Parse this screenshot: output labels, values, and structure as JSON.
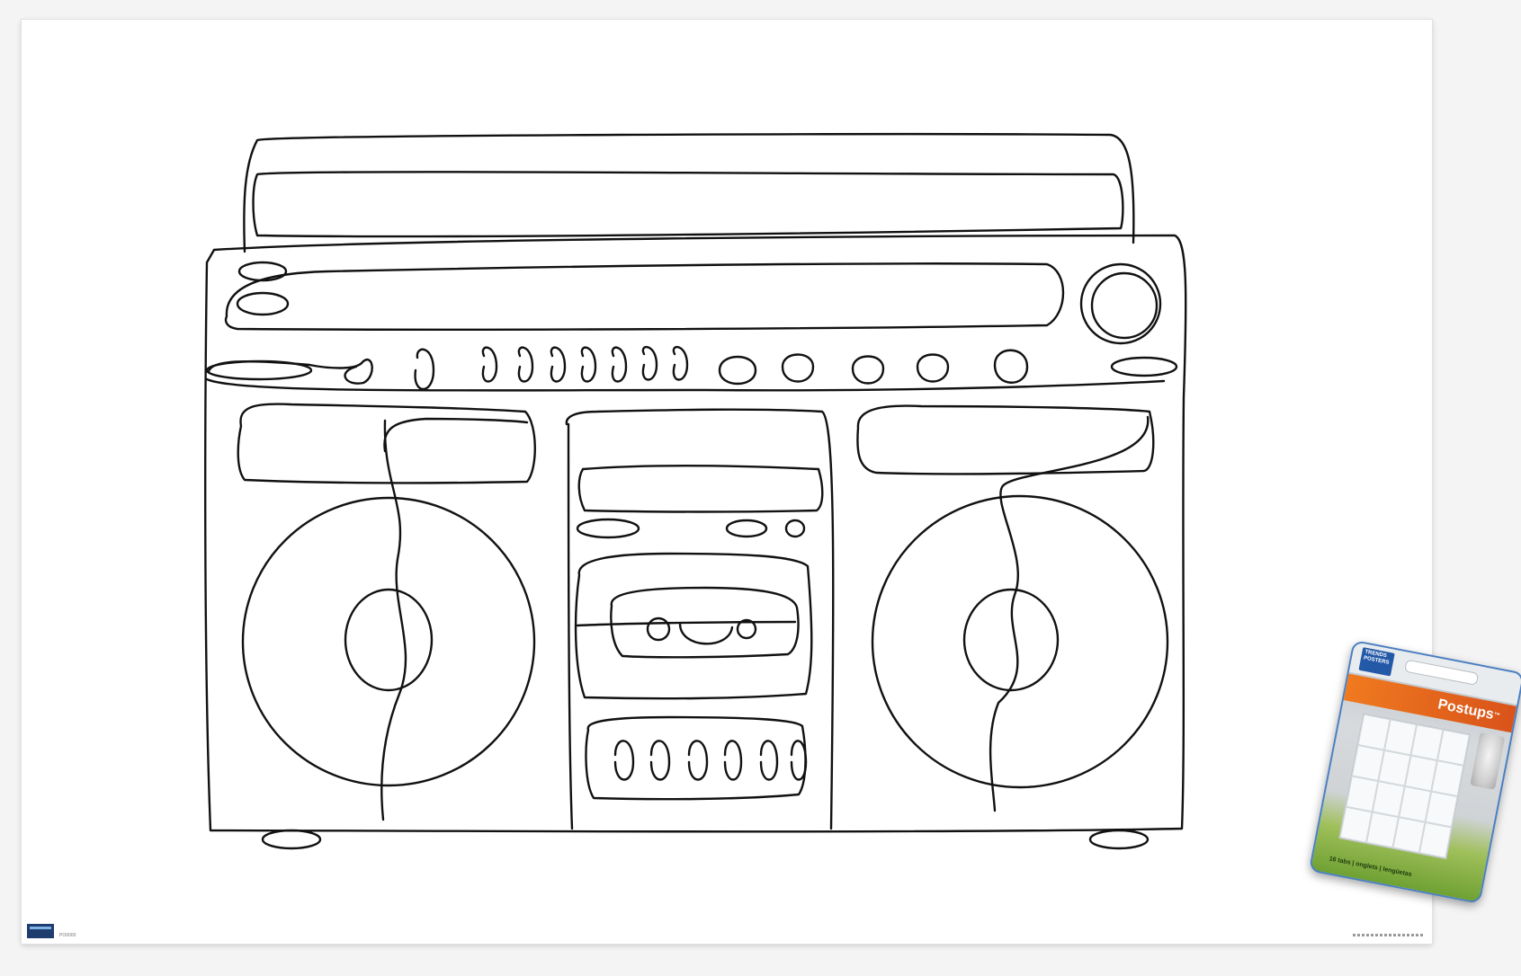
{
  "poster": {
    "subject": "boombox-line-drawing-icon",
    "footer_code": "PO0000"
  },
  "package": {
    "brand_logo": "TRENDS POSTERS",
    "product_name": "Post",
    "product_name_suffix": "ups",
    "trademark": "™",
    "tabs_text": "16 tabs | onglets | lengüetas"
  }
}
